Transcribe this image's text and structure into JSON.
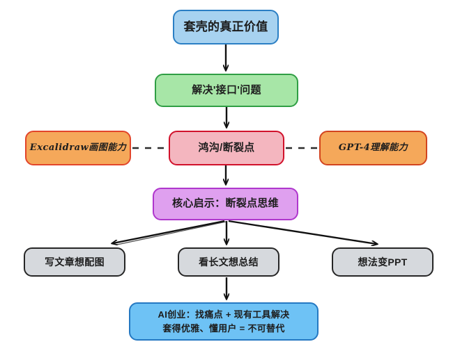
{
  "diagram": {
    "title": "套壳的真正价值",
    "background_color": "#ffffff",
    "nodes": {
      "root": {
        "label": "套壳的真正价值",
        "fill": "#a7d2f0",
        "stroke": "#2b7fc4"
      },
      "solution": {
        "label": "解决'接口'问题",
        "fill": "#a7e6a7",
        "stroke": "#2f9e44"
      },
      "gap": {
        "label": "鸿沟/断裂点",
        "fill": "#f4b6bf",
        "stroke": "#d1112b"
      },
      "left_capability": {
        "label": "Excalidraw画图能力",
        "fill": "#f5a85a",
        "stroke": "#e2452a"
      },
      "right_capability": {
        "label": "GPT-4理解能力",
        "fill": "#f5a85a",
        "stroke": "#d2441f"
      },
      "insight": {
        "label": "核心启示：断裂点思维",
        "fill": "#dfa0ef",
        "stroke": "#af36cd"
      },
      "cases": [
        {
          "label": "写文章想配图",
          "fill": "#d6d9dd",
          "stroke": "#262626"
        },
        {
          "label": "看长文想总结",
          "fill": "#d6d9dd",
          "stroke": "#262626"
        },
        {
          "label": "想法变PPT",
          "fill": "#d6d9dd",
          "stroke": "#262626"
        }
      ],
      "conclusion": {
        "line1": "AI创业：找痛点 + 现有工具解决",
        "line2": "套得优雅、懂用户 = 不可替代",
        "fill": "#6ec2f5",
        "stroke": "#2478c2"
      }
    },
    "edges": {
      "arrow_color": "#111111",
      "dashed_color": "#2b2b2b",
      "items": [
        {
          "from": "root",
          "to": "solution",
          "style": "solid-arrow"
        },
        {
          "from": "solution",
          "to": "gap",
          "style": "solid-arrow"
        },
        {
          "from": "left_capability",
          "to": "gap",
          "style": "dashed"
        },
        {
          "from": "gap",
          "to": "right_capability",
          "style": "dashed"
        },
        {
          "from": "gap",
          "to": "insight",
          "style": "solid-arrow"
        },
        {
          "from": "insight",
          "to": "case-1",
          "style": "solid-arrow"
        },
        {
          "from": "insight",
          "to": "case-2",
          "style": "solid-arrow"
        },
        {
          "from": "insight",
          "to": "case-3",
          "style": "solid-arrow"
        },
        {
          "from": "case-2",
          "to": "conclusion",
          "style": "solid-arrow"
        }
      ]
    }
  }
}
